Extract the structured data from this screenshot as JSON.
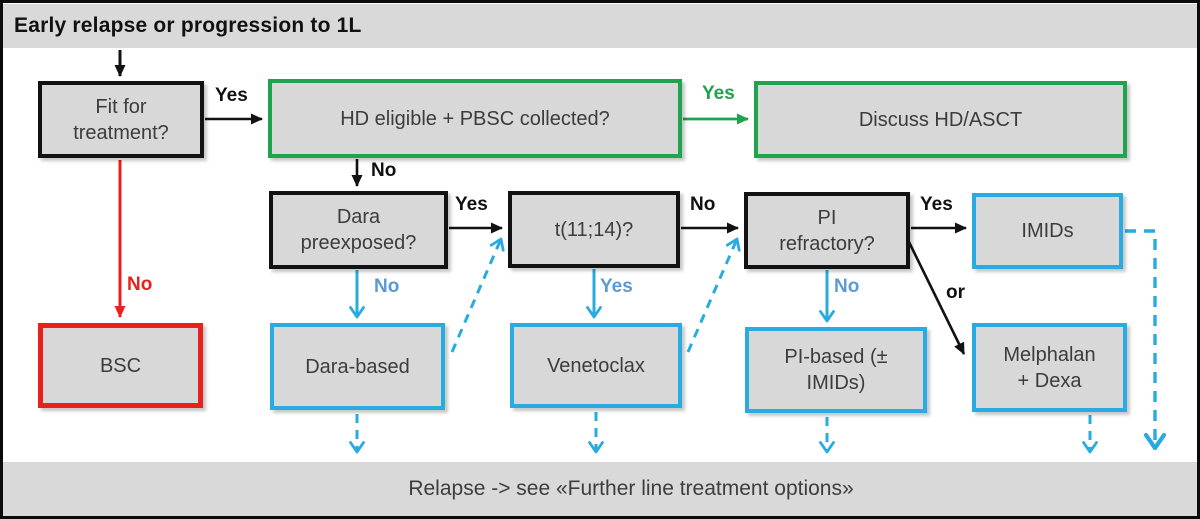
{
  "header": {
    "title": "Early relapse or progression to 1L"
  },
  "footer": {
    "text": "Relapse -> see «Further line treatment options»"
  },
  "nodes": {
    "fit": {
      "label": "Fit for\ntreatment?"
    },
    "hd": {
      "label": "HD eligible + PBSC collected?"
    },
    "asct": {
      "label": "Discuss HD/ASCT"
    },
    "dara_q": {
      "label": "Dara\npreexposed?"
    },
    "t1114": {
      "label": "t(11;14)?"
    },
    "pi_q": {
      "label": "PI\nrefractory?"
    },
    "imids": {
      "label": "IMIDs"
    },
    "bsc": {
      "label": "BSC"
    },
    "dara_based": {
      "label": "Dara-based"
    },
    "venetoclax": {
      "label": "Venetoclax"
    },
    "pi_based": {
      "label": "PI-based (±\nIMIDs)"
    },
    "mel_dexa": {
      "label": "Melphalan\n+ Dexa"
    }
  },
  "edge_labels": {
    "fit_yes": "Yes",
    "fit_no": "No",
    "hd_yes": "Yes",
    "hd_no": "No",
    "dara_yes": "Yes",
    "dara_no": "No",
    "t_no": "No",
    "t_yes": "Yes",
    "pi_yes": "Yes",
    "pi_no": "No",
    "or": "or"
  },
  "colors": {
    "green": "#1fa34d",
    "cyan": "#29abe2",
    "red": "#e8211d",
    "label_blue": "#5b9bd5",
    "box_gray": "#d8d8d8",
    "band_gray": "#d9d9d9"
  }
}
